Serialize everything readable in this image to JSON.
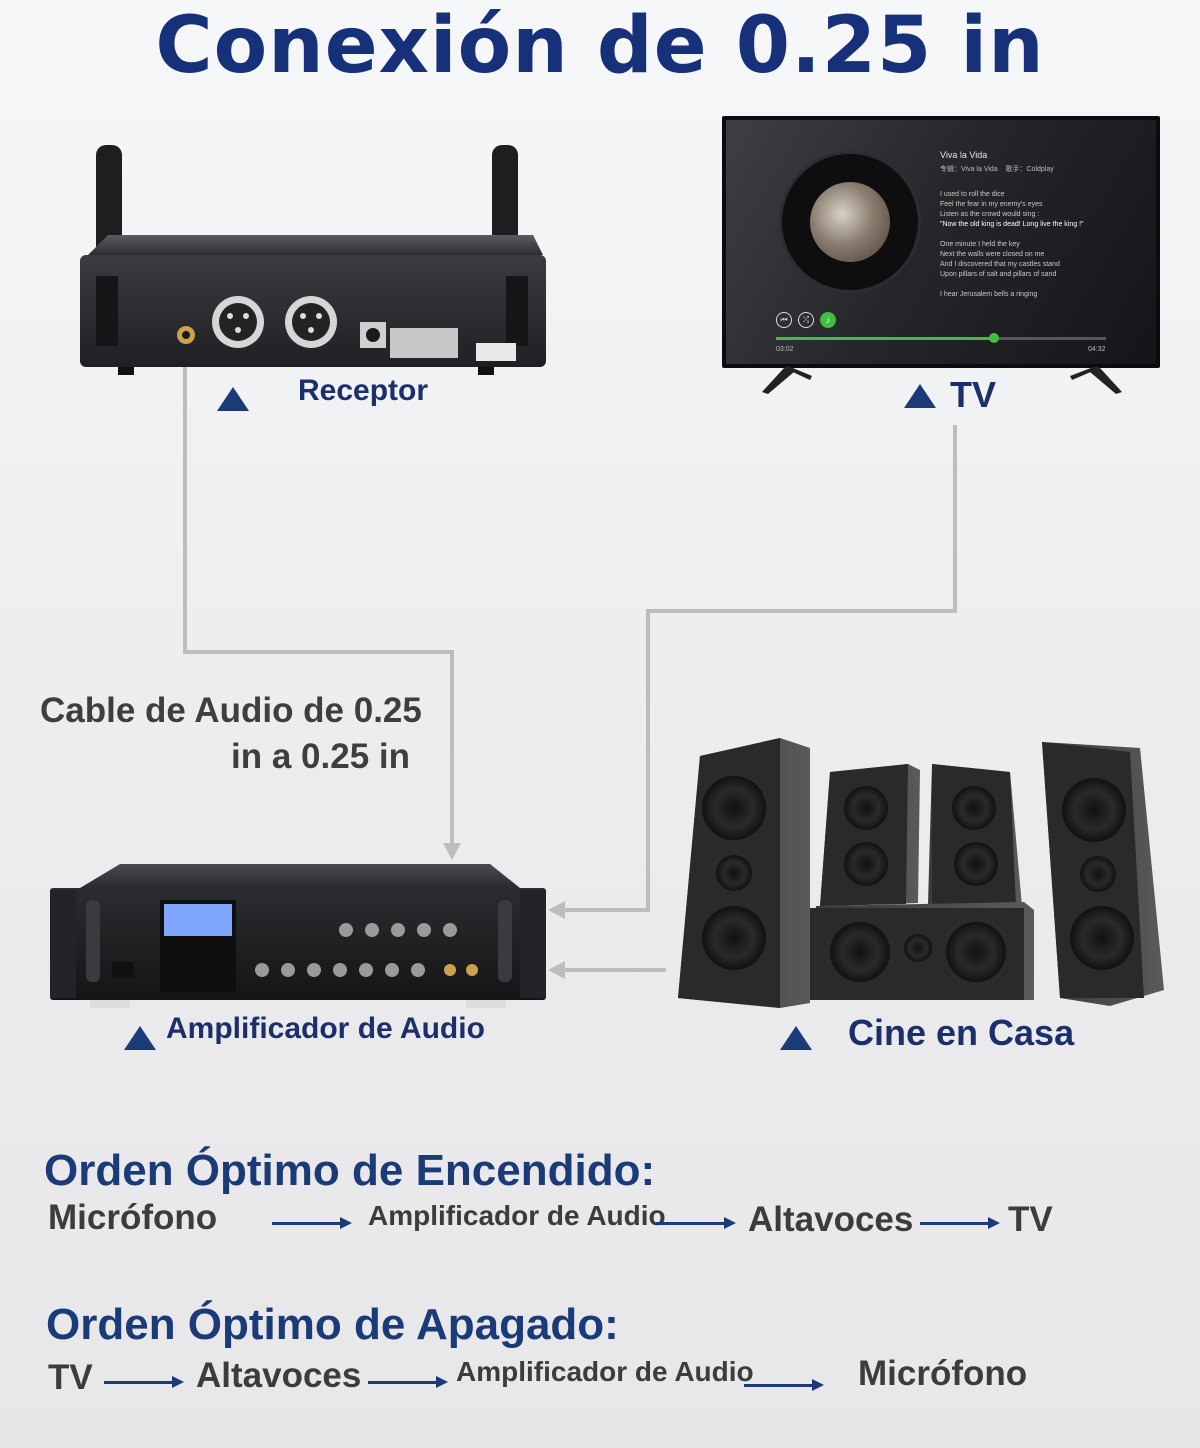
{
  "title": "Conexión de 0.25 in",
  "receiver": {
    "label": "Receptor"
  },
  "tv": {
    "label": "TV",
    "song_title": "Viva la Vida",
    "album_line": "专辑：Viva la Vida    歌手：Coldplay",
    "lyrics": [
      "I used to roll the dice",
      "Feel the fear in my enemy's eyes",
      "Listen as the crowd would sing :",
      "\"Now the old king is dead! Long live the king !\"",
      "One minute I held the key",
      "Next the walls were closed on me",
      "And I discovered that my castles stand",
      "Upon pillars of salt and pillars of sand",
      "I hear Jerusalem bells a ringing"
    ],
    "time_current": "03:02",
    "time_total": "04:32",
    "progress": 0.66
  },
  "cable": {
    "line1": "Cable de Audio de 0.25",
    "line2": "in a 0.25 in"
  },
  "amplifier": {
    "label": "Amplificador de Audio"
  },
  "home_theater": {
    "label": "Cine en Casa"
  },
  "power_on": {
    "heading": "Orden Óptimo de Encendido:",
    "steps": [
      "Micrófono",
      "Amplificador de Audio",
      "Altavoces",
      "TV"
    ]
  },
  "power_off": {
    "heading": "Orden Óptimo de Apagado:",
    "steps": [
      "TV",
      "Altavoces",
      "Amplificador de Audio",
      "Micrófono"
    ]
  },
  "colors": {
    "title": "#16317a",
    "label_blue": "#1b2f6b",
    "heading_blue": "#1b3a78",
    "cable_gray": "#bdbdbd",
    "progress_green": "#3fbf3f"
  }
}
